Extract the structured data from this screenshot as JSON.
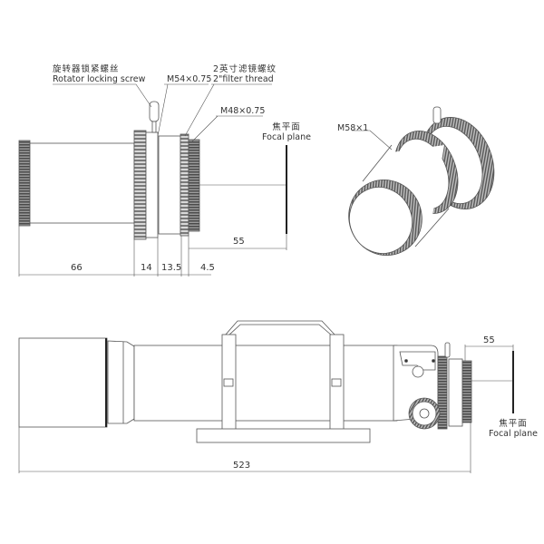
{
  "top_left_view": {
    "callouts": [
      {
        "id": "rotator_screw",
        "cn": "旋转器锁紧螺丝",
        "en": "Rotator locking screw"
      },
      {
        "id": "m54",
        "en": "M54×0.75"
      },
      {
        "id": "filter_thread",
        "cn": "2英寸滤镜螺纹",
        "en": "2\"filter thread"
      },
      {
        "id": "m48",
        "en": "M48×0.75"
      },
      {
        "id": "focal_plane",
        "cn": "焦平面",
        "en": "Focal plane"
      }
    ],
    "dimensions": {
      "d66": "66",
      "d14": "14",
      "d13_5": "13.5",
      "d4_5": "4.5",
      "d55": "55"
    }
  },
  "top_right_view": {
    "callouts": [
      {
        "id": "m58",
        "en": "M58×1"
      }
    ]
  },
  "bottom_view": {
    "dimensions": {
      "total_length": "523",
      "backfocus": "55"
    },
    "callouts": [
      {
        "id": "focal_plane",
        "cn": "焦平面",
        "en": "Focal plane"
      }
    ]
  },
  "colors": {
    "line": "#555555",
    "knurl_dark": "#6a6a6a",
    "knurl_light": "#bdbdbd",
    "text": "#333333"
  }
}
